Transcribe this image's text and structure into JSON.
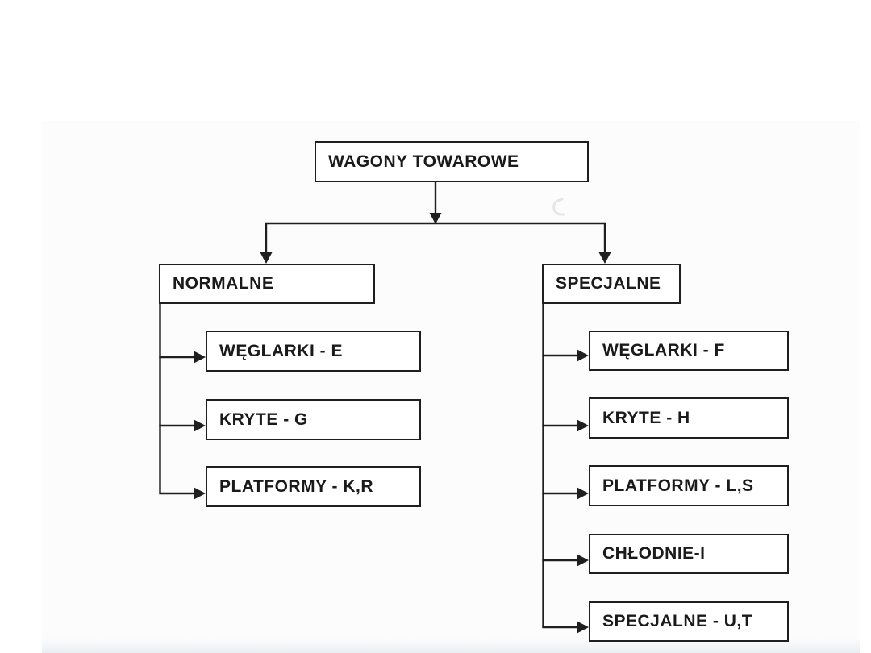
{
  "page": {
    "background": "#ffffff",
    "scan_page_tint": "#fcfcfd"
  },
  "diagram": {
    "type": "tree",
    "root": {
      "label": "WAGONY TOWAROWE"
    },
    "branches": [
      {
        "label": "NORMALNE",
        "children": [
          {
            "label": "WĘGLARKI - E"
          },
          {
            "label": "KRYTE - G"
          },
          {
            "label": "PLATFORMY - K,R"
          }
        ]
      },
      {
        "label": "SPECJALNE",
        "children": [
          {
            "label": "WĘGLARKI - F"
          },
          {
            "label": "KRYTE - H"
          },
          {
            "label": "PLATFORMY - L,S"
          },
          {
            "label": "CHŁODNIE-I"
          },
          {
            "label": "SPECJALNE - U,T"
          }
        ]
      }
    ],
    "colors": {
      "line": "#1f1f1f",
      "text": "#1a1a1a",
      "box_fill": "#ffffff"
    }
  }
}
